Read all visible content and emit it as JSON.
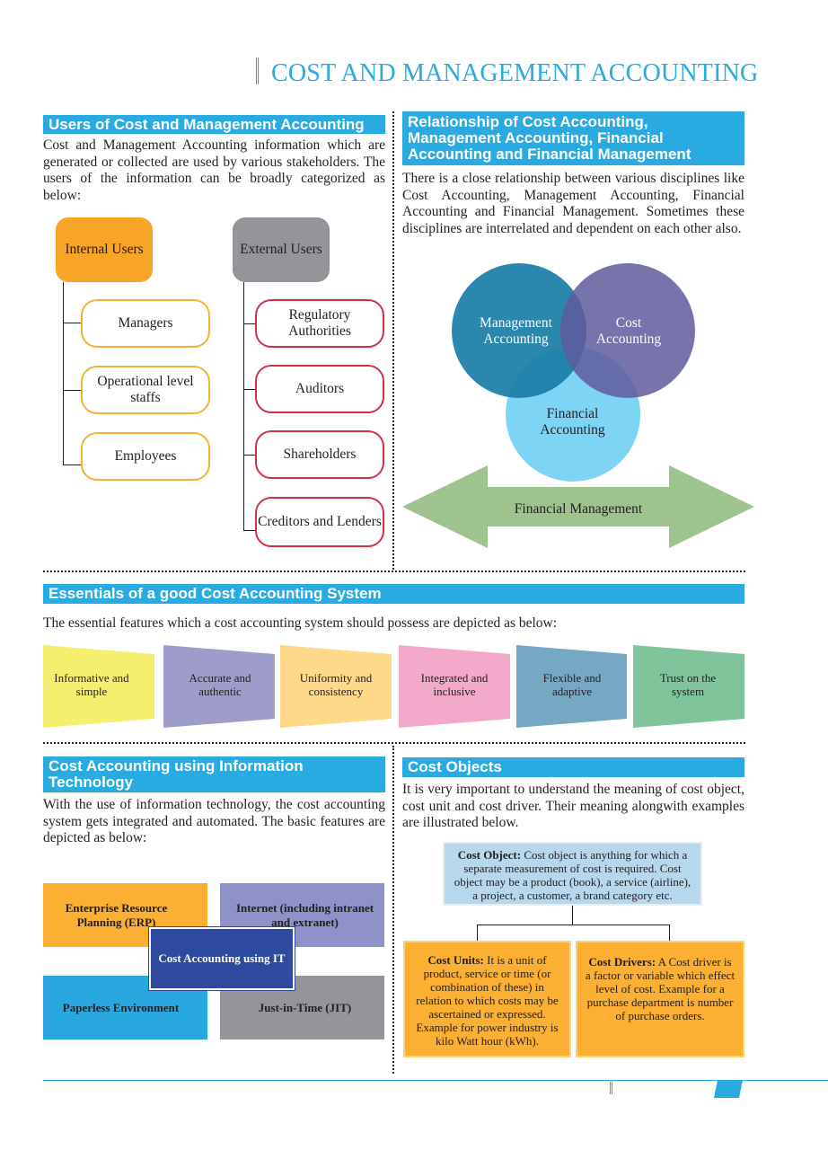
{
  "header": {
    "title": "COST AND MANAGEMENT ACCOUNTING"
  },
  "users": {
    "heading": "Users of Cost and Management Accounting",
    "intro": "Cost and Management Accounting information which are generated or collected are used by various stakeholders. The users of the information can be broadly categorized as below:",
    "internal": {
      "label": "Internal Users",
      "items": [
        "Managers",
        "Operational level staffs",
        "Employees"
      ]
    },
    "external": {
      "label": "External Users",
      "items": [
        "Regulatory Authorities",
        "Auditors",
        "Shareholders",
        "Creditors and Lenders"
      ]
    }
  },
  "relationship": {
    "heading": "Relationship of Cost Accounting, Management Accounting, Financial Accounting and Financial Management",
    "intro": "There is a close relationship between various disciplines like Cost Accounting, Management Accounting, Financial Accounting and Financial Management. Sometimes these disciplines are interrelated and dependent on each other also.",
    "circles": [
      "Management Accounting",
      "Cost Accounting",
      "Financial Accounting"
    ],
    "arrow_label": "Financial Management"
  },
  "essentials": {
    "heading": "Essentials of a good Cost Accounting System",
    "intro": "The essential features which a cost accounting system should possess are depicted as below:",
    "features": [
      {
        "label": "Informative and simple",
        "color": "#f5ef6f"
      },
      {
        "label": "Accurate and authentic",
        "color": "#9e9cc9"
      },
      {
        "label": "Uniformity and consistency",
        "color": "#fdd989"
      },
      {
        "label": "Integrated and inclusive",
        "color": "#f3a9c9"
      },
      {
        "label": "Flexible and adaptive",
        "color": "#76a8c4"
      },
      {
        "label": "Trust on the system",
        "color": "#7fc49b"
      }
    ]
  },
  "it": {
    "heading": "Cost Accounting using Information Technology",
    "intro": "With the use of information technology, the cost accounting system gets integrated and automated. The basic features are depicted as below:",
    "boxes": {
      "erp": "Enterprise Resource Planning (ERP)",
      "internet": "Internet (including intranet and extranet)",
      "center": "Cost Accounting using IT",
      "paperless": "Paperless Environment",
      "jit": "Just-in-Time (JIT)"
    }
  },
  "cost_objects": {
    "heading": "Cost Objects",
    "intro": "It is very important to understand the meaning of cost object, cost unit and cost driver. Their meaning alongwith examples are illustrated below.",
    "object": {
      "term": "Cost Object:",
      "text": "Cost object is anything for which a separate measurement of cost is required. Cost object may be a product (book), a service (airline), a project, a customer, a brand category etc."
    },
    "unit": {
      "term": "Cost Units:",
      "text": "It is a unit of product, service or time (or combination of these) in relation to which costs may be ascertained or expressed. Example for power industry is kilo Watt hour (kWh)."
    },
    "driver": {
      "term": "Cost Drivers:",
      "text": "A Cost driver is a factor or variable which effect level of cost. Example for a purchase department is number of purchase orders."
    }
  }
}
